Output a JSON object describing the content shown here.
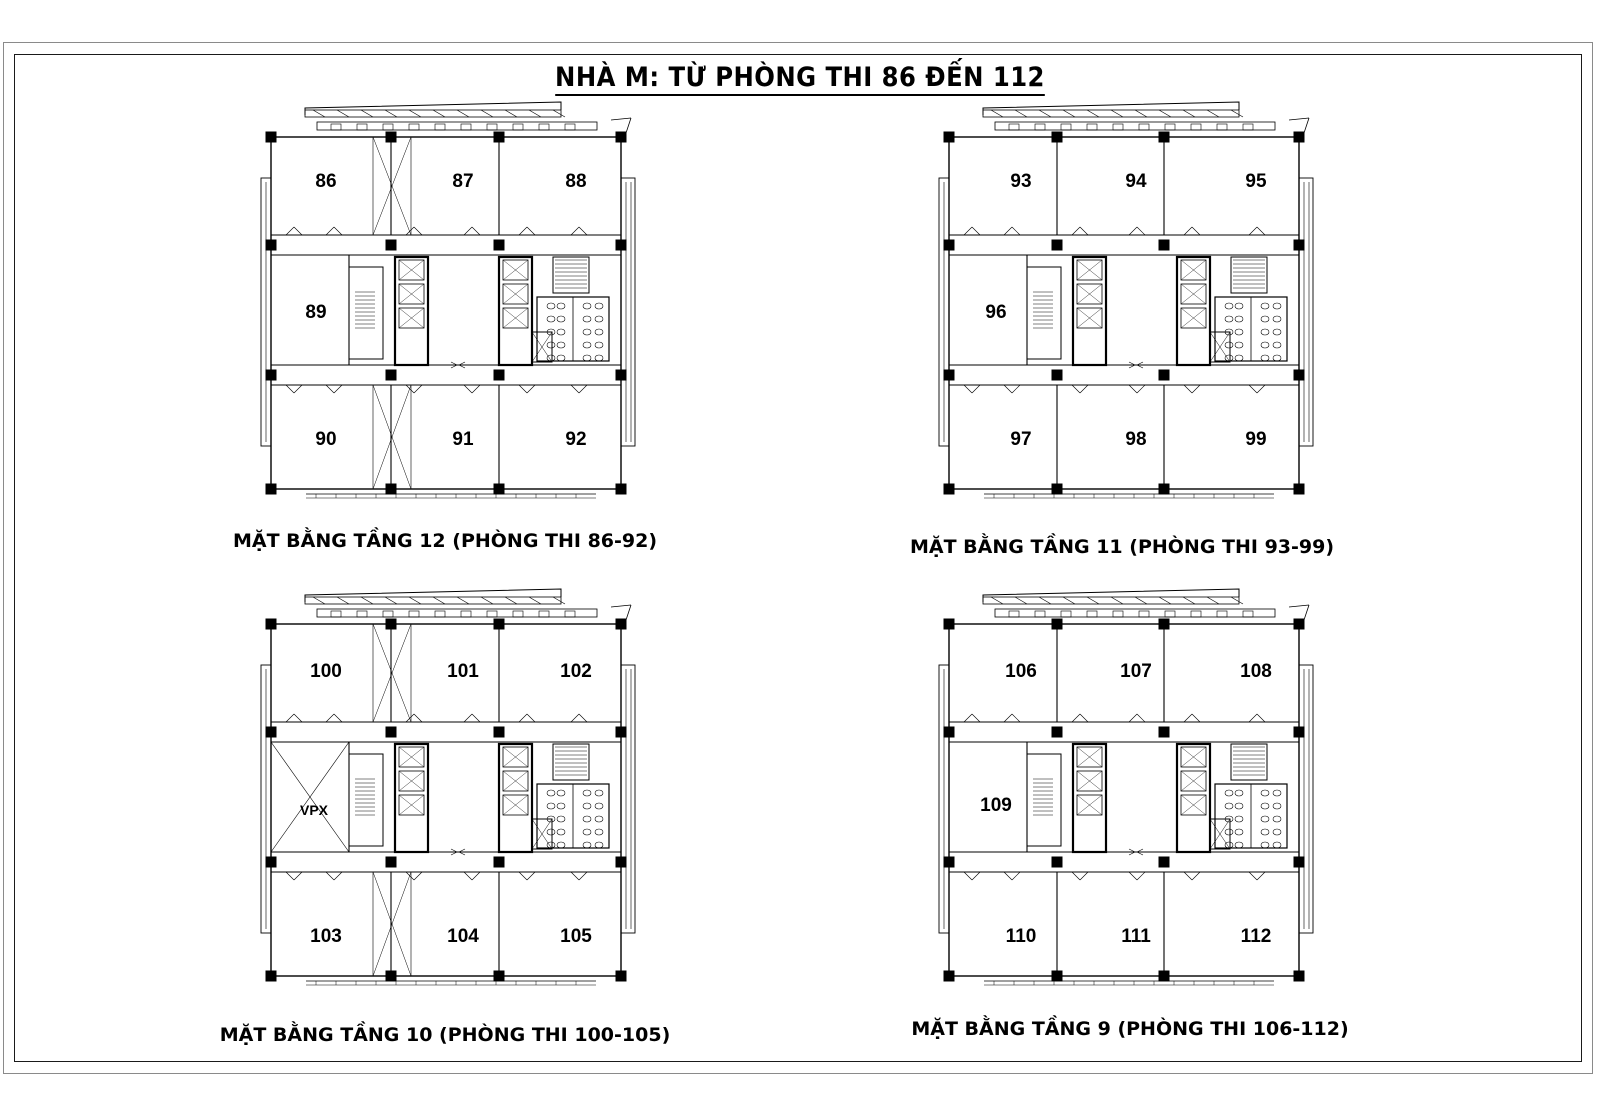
{
  "title": "NHÀ M: TỪ PHÒNG THI 86 ĐẾN 112",
  "floors": [
    {
      "caption": "MẶT BẰNG TẦNG 12 (PHÒNG THI 86-92)",
      "rooms": [
        "86",
        "87",
        "88",
        "89",
        "90",
        "91",
        "92"
      ],
      "west_room_is_void": false
    },
    {
      "caption": "MẶT BẰNG TẦNG 11 (PHÒNG THI 93-99)",
      "rooms": [
        "93",
        "94",
        "95",
        "96",
        "97",
        "98",
        "99"
      ],
      "west_room_is_void": false
    },
    {
      "caption": "MẶT BẰNG TẦNG 10 (PHÒNG THI 100-105)",
      "rooms": [
        "100",
        "101",
        "102",
        "VPX",
        "103",
        "104",
        "105"
      ],
      "west_room_is_void": true
    },
    {
      "caption": "MẶT BẰNG TẦNG 9 (PHÒNG THI 106-112)",
      "rooms": [
        "106",
        "107",
        "108",
        "109",
        "110",
        "111",
        "112"
      ],
      "west_room_is_void": false
    }
  ],
  "colors": {
    "line": "#000000",
    "frame": "#1a1a1a",
    "background": "#ffffff"
  }
}
